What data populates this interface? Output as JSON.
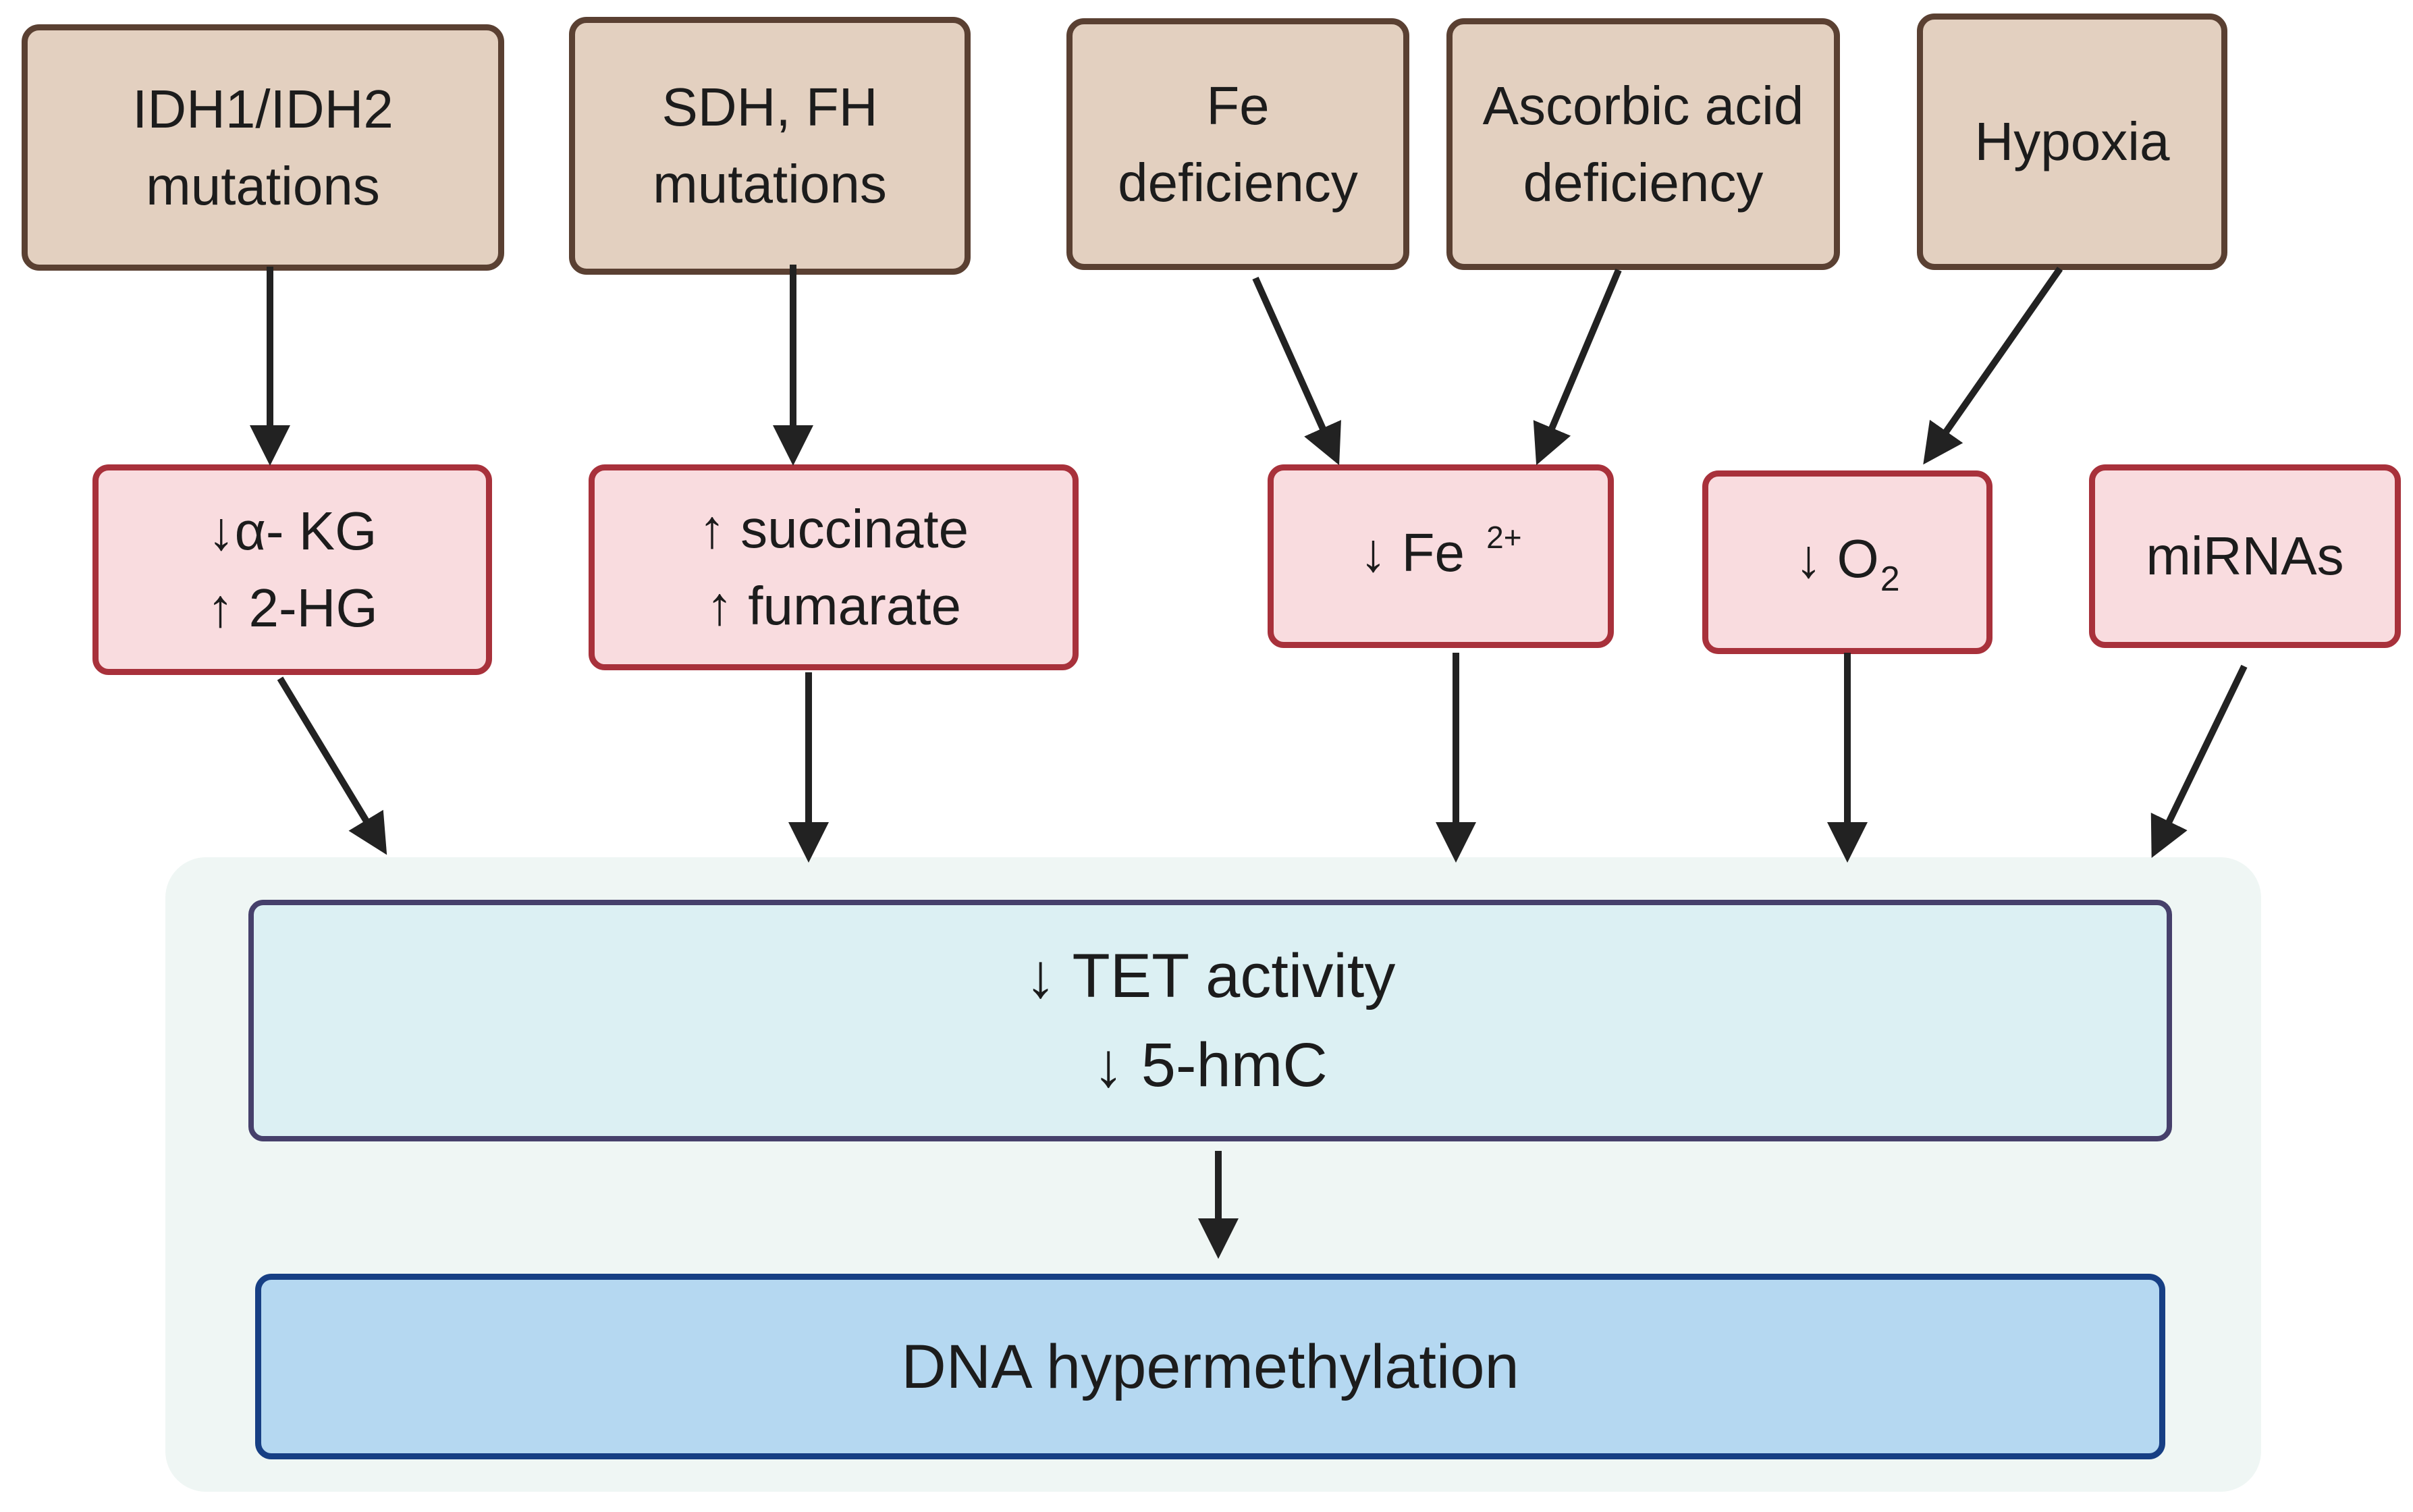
{
  "causes": {
    "idh": {
      "line1": "IDH1/IDH2",
      "line2": "mutations"
    },
    "sdh": {
      "line1": "SDH, FH",
      "line2": "mutations"
    },
    "fe": {
      "line1": "Fe",
      "line2": "deficiency"
    },
    "ascorbic": {
      "line1": "Ascorbic acid",
      "line2": "deficiency"
    },
    "hypoxia": {
      "line1": "Hypoxia"
    }
  },
  "mechanisms": {
    "akg": {
      "line1": "↓α- KG",
      "line2": "↑ 2-HG"
    },
    "succinate": {
      "line1": "↑ succinate",
      "line2": "↑ fumarate"
    },
    "fe2": {
      "text": "↓ Fe ",
      "sup": "2+"
    },
    "o2": {
      "text": "↓ O",
      "sub": "2"
    },
    "mirnas": {
      "text": "miRNAs"
    }
  },
  "tet": {
    "line1": "↓ TET activity",
    "line2": "↓ 5-hmC"
  },
  "dna": {
    "label": "DNA hypermethylation"
  },
  "colors": {
    "cause_fill": "#e3d0c0",
    "cause_border": "#5a4032",
    "mech_fill": "#f9dcdf",
    "mech_border": "#a8313b",
    "tet_fill": "#dcf0f3",
    "tet_border": "#46406b",
    "dna_fill": "#b5d8f1",
    "dna_border": "#173f84",
    "panel_fill": "#eff6f4",
    "arrow": "#222222"
  }
}
